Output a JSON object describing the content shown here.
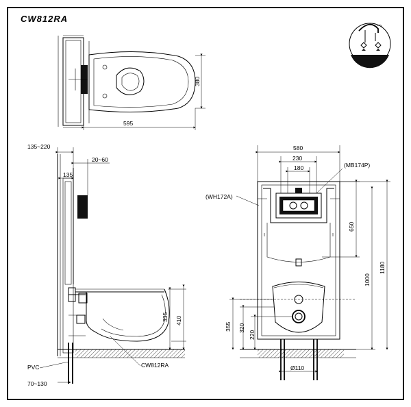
{
  "title": "CW812RA",
  "top_view": {
    "width": "595",
    "depth": "380"
  },
  "side_view": {
    "wall_depth": "135~220",
    "offset": "20~60",
    "frame_depth": "135",
    "seat_height": "410",
    "bowl_height": "335",
    "pipe_label": "PVC",
    "pipe_offset": "70~130",
    "bowl_label": "CW812RA"
  },
  "front_view": {
    "frame_width": "580",
    "width_230": "230",
    "width_180": "180",
    "plate_label": "(MB174P)",
    "frame_label": "(WH172A)",
    "dim_650": "650",
    "dim_1000": "1000",
    "dim_1180": "1180",
    "dim_355": "355",
    "dim_320": "320",
    "dim_220": "220",
    "pipe_dia": "Ø110"
  },
  "icon": {
    "name": "water-supply-icon"
  }
}
